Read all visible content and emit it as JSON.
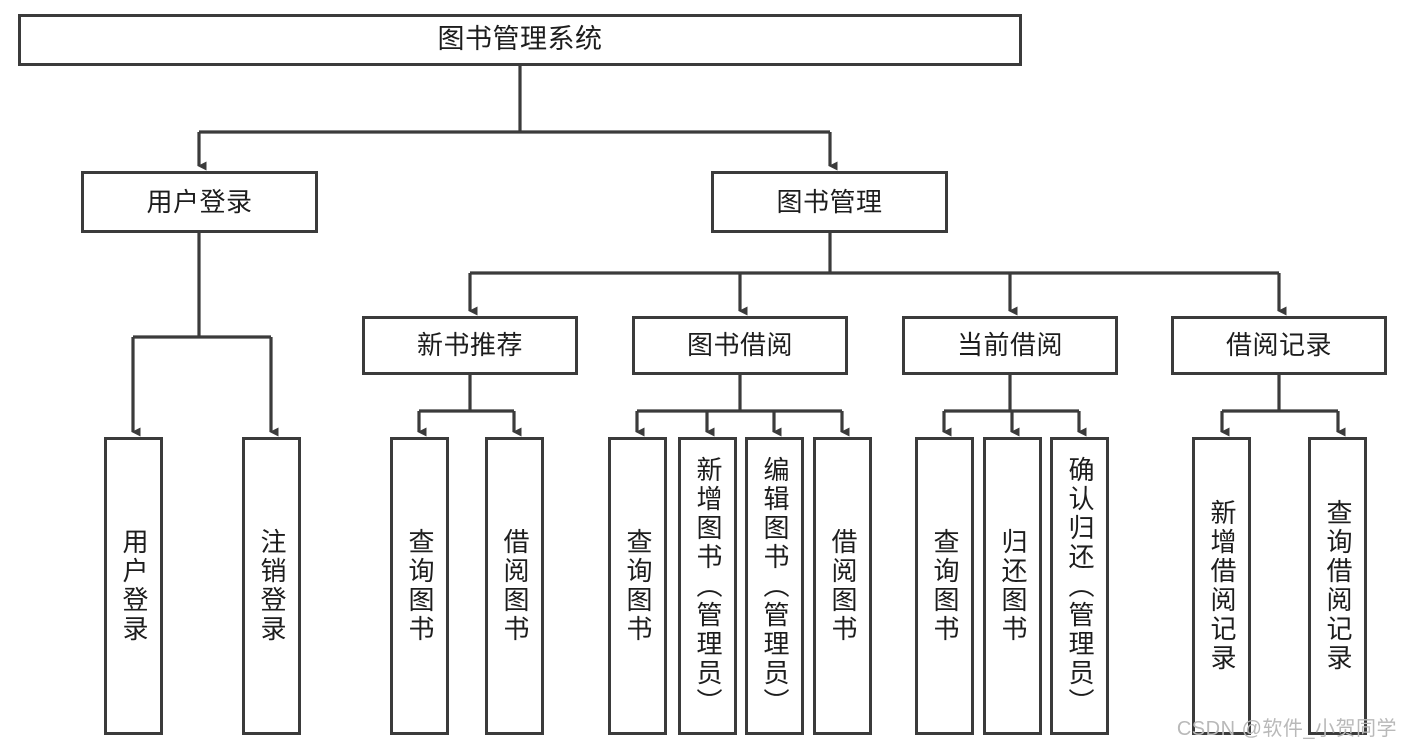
{
  "diagram": {
    "title": "图书管理系统",
    "type": "tree-hierarchy-chart",
    "colors": {
      "box_border": "#3b3b3b",
      "box_fill": "#ffffff",
      "connector": "#3b3b3b",
      "text": "#1d1d1d",
      "watermark": "#b9b9b9",
      "background": "#ffffff"
    },
    "root": {
      "label": "图书管理系统"
    },
    "level2": [
      {
        "label": "用户登录"
      },
      {
        "label": "图书管理"
      }
    ],
    "level3": [
      {
        "label": "新书推荐"
      },
      {
        "label": "图书借阅"
      },
      {
        "label": "当前借阅"
      },
      {
        "label": "借阅记录"
      }
    ],
    "leaves": {
      "user_login": [
        {
          "label": "用户登录"
        },
        {
          "label": "注销登录"
        }
      ],
      "new_book_recommend": [
        {
          "label": "查询图书"
        },
        {
          "label": "借阅图书"
        }
      ],
      "book_borrow": [
        {
          "label": "查询图书"
        },
        {
          "label": "新增图书（管理员）"
        },
        {
          "label": "编辑图书（管理员）"
        },
        {
          "label": "借阅图书"
        }
      ],
      "current_borrow": [
        {
          "label": "查询图书"
        },
        {
          "label": "归还图书"
        },
        {
          "label": "确认归还（管理员）"
        }
      ],
      "borrow_record": [
        {
          "label": "新增借阅记录"
        },
        {
          "label": "查询借阅记录"
        }
      ]
    }
  },
  "watermark": {
    "text": "CSDN @软件_小贺同学"
  }
}
